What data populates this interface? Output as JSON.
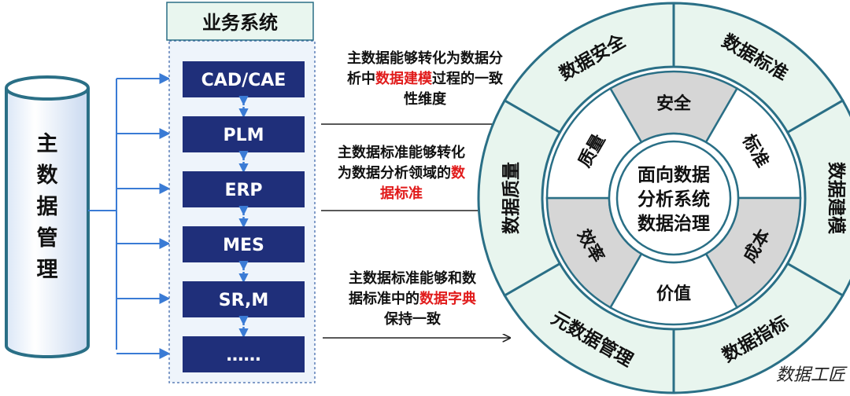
{
  "master_data": {
    "label_chars": [
      "主",
      "数",
      "据",
      "管",
      "理"
    ]
  },
  "business": {
    "title": "业务系统",
    "systems": [
      "CAD/CAE",
      "PLM",
      "ERP",
      "MES",
      "SR,M",
      "……"
    ]
  },
  "notes": [
    {
      "lines": [
        [
          {
            "t": "主数据能够转化为数据分",
            "r": false
          }
        ],
        [
          {
            "t": "析中",
            "r": false
          },
          {
            "t": "数据建模",
            "r": true
          },
          {
            "t": "过程的一致",
            "r": false
          }
        ],
        [
          {
            "t": "性维度",
            "r": false
          }
        ]
      ]
    },
    {
      "lines": [
        [
          {
            "t": "主数据标准能够转化",
            "r": false
          }
        ],
        [
          {
            "t": "为数据分析领域的",
            "r": false
          },
          {
            "t": "数",
            "r": true
          }
        ],
        [
          {
            "t": "据标准",
            "r": true
          }
        ]
      ]
    },
    {
      "lines": [
        [
          {
            "t": "主数据标准能够和数",
            "r": false
          }
        ],
        [
          {
            "t": "据标准中的",
            "r": false
          },
          {
            "t": "数据字典",
            "r": true
          }
        ],
        [
          {
            "t": "保持一致",
            "r": false
          }
        ]
      ]
    }
  ],
  "wheel": {
    "center": [
      "面向数据",
      "分析系统",
      "数据治理"
    ],
    "inner": [
      "安全",
      "标准",
      "成本",
      "价值",
      "效率",
      "质量"
    ],
    "outer": [
      "数据安全",
      "数据标准",
      "数据建模",
      "数据指标",
      "元数据管理",
      "数据质量"
    ]
  },
  "watermark": "数据工匠",
  "colors": {
    "navy": "#1f2f7a",
    "blue_line": "#3a7bd5",
    "teal_dark": "#2a6f86",
    "outer_fill": "#e8f5ee",
    "gray": "#d6d6d6",
    "red": "#e11b1b"
  }
}
